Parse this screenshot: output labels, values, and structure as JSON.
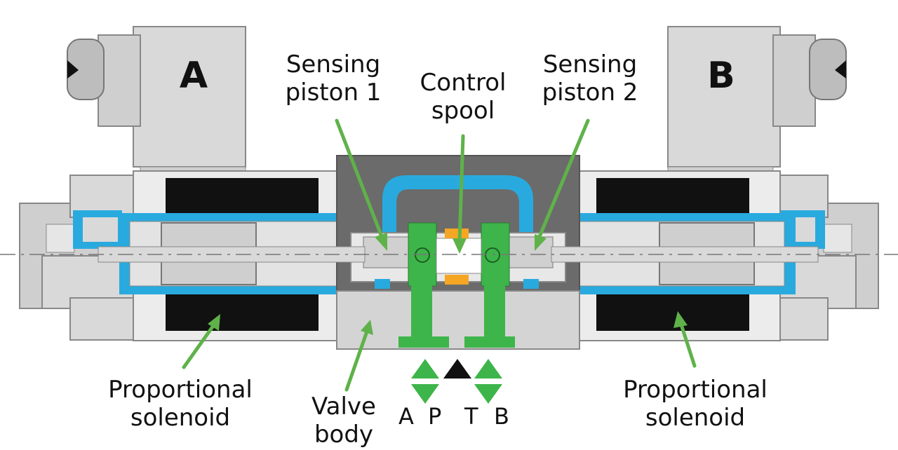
{
  "solenoid_letters": {
    "left": "A",
    "right": "B"
  },
  "labels": {
    "sensing_piston_1": [
      "Sensing",
      "piston 1"
    ],
    "control_spool": [
      "Control",
      "spool"
    ],
    "sensing_piston_2": [
      "Sensing",
      "piston 2"
    ],
    "proportional_solenoid_left": [
      "Proportional",
      "solenoid"
    ],
    "valve_body": [
      "Valve",
      "body"
    ],
    "proportional_solenoid_right": [
      "Proportional",
      "solenoid"
    ]
  },
  "ports": [
    "A",
    "P",
    "T",
    "B"
  ],
  "colors": {
    "housing_light": "#d9d9d9",
    "housing_mid": "#bdbdbd",
    "housing_dark": "#6b6b6b",
    "coil": "#111111",
    "oil": "#29aadf",
    "spool_green": "#3db54a",
    "arrow_green": "#5fb24a",
    "seal_orange": "#f5a623"
  }
}
